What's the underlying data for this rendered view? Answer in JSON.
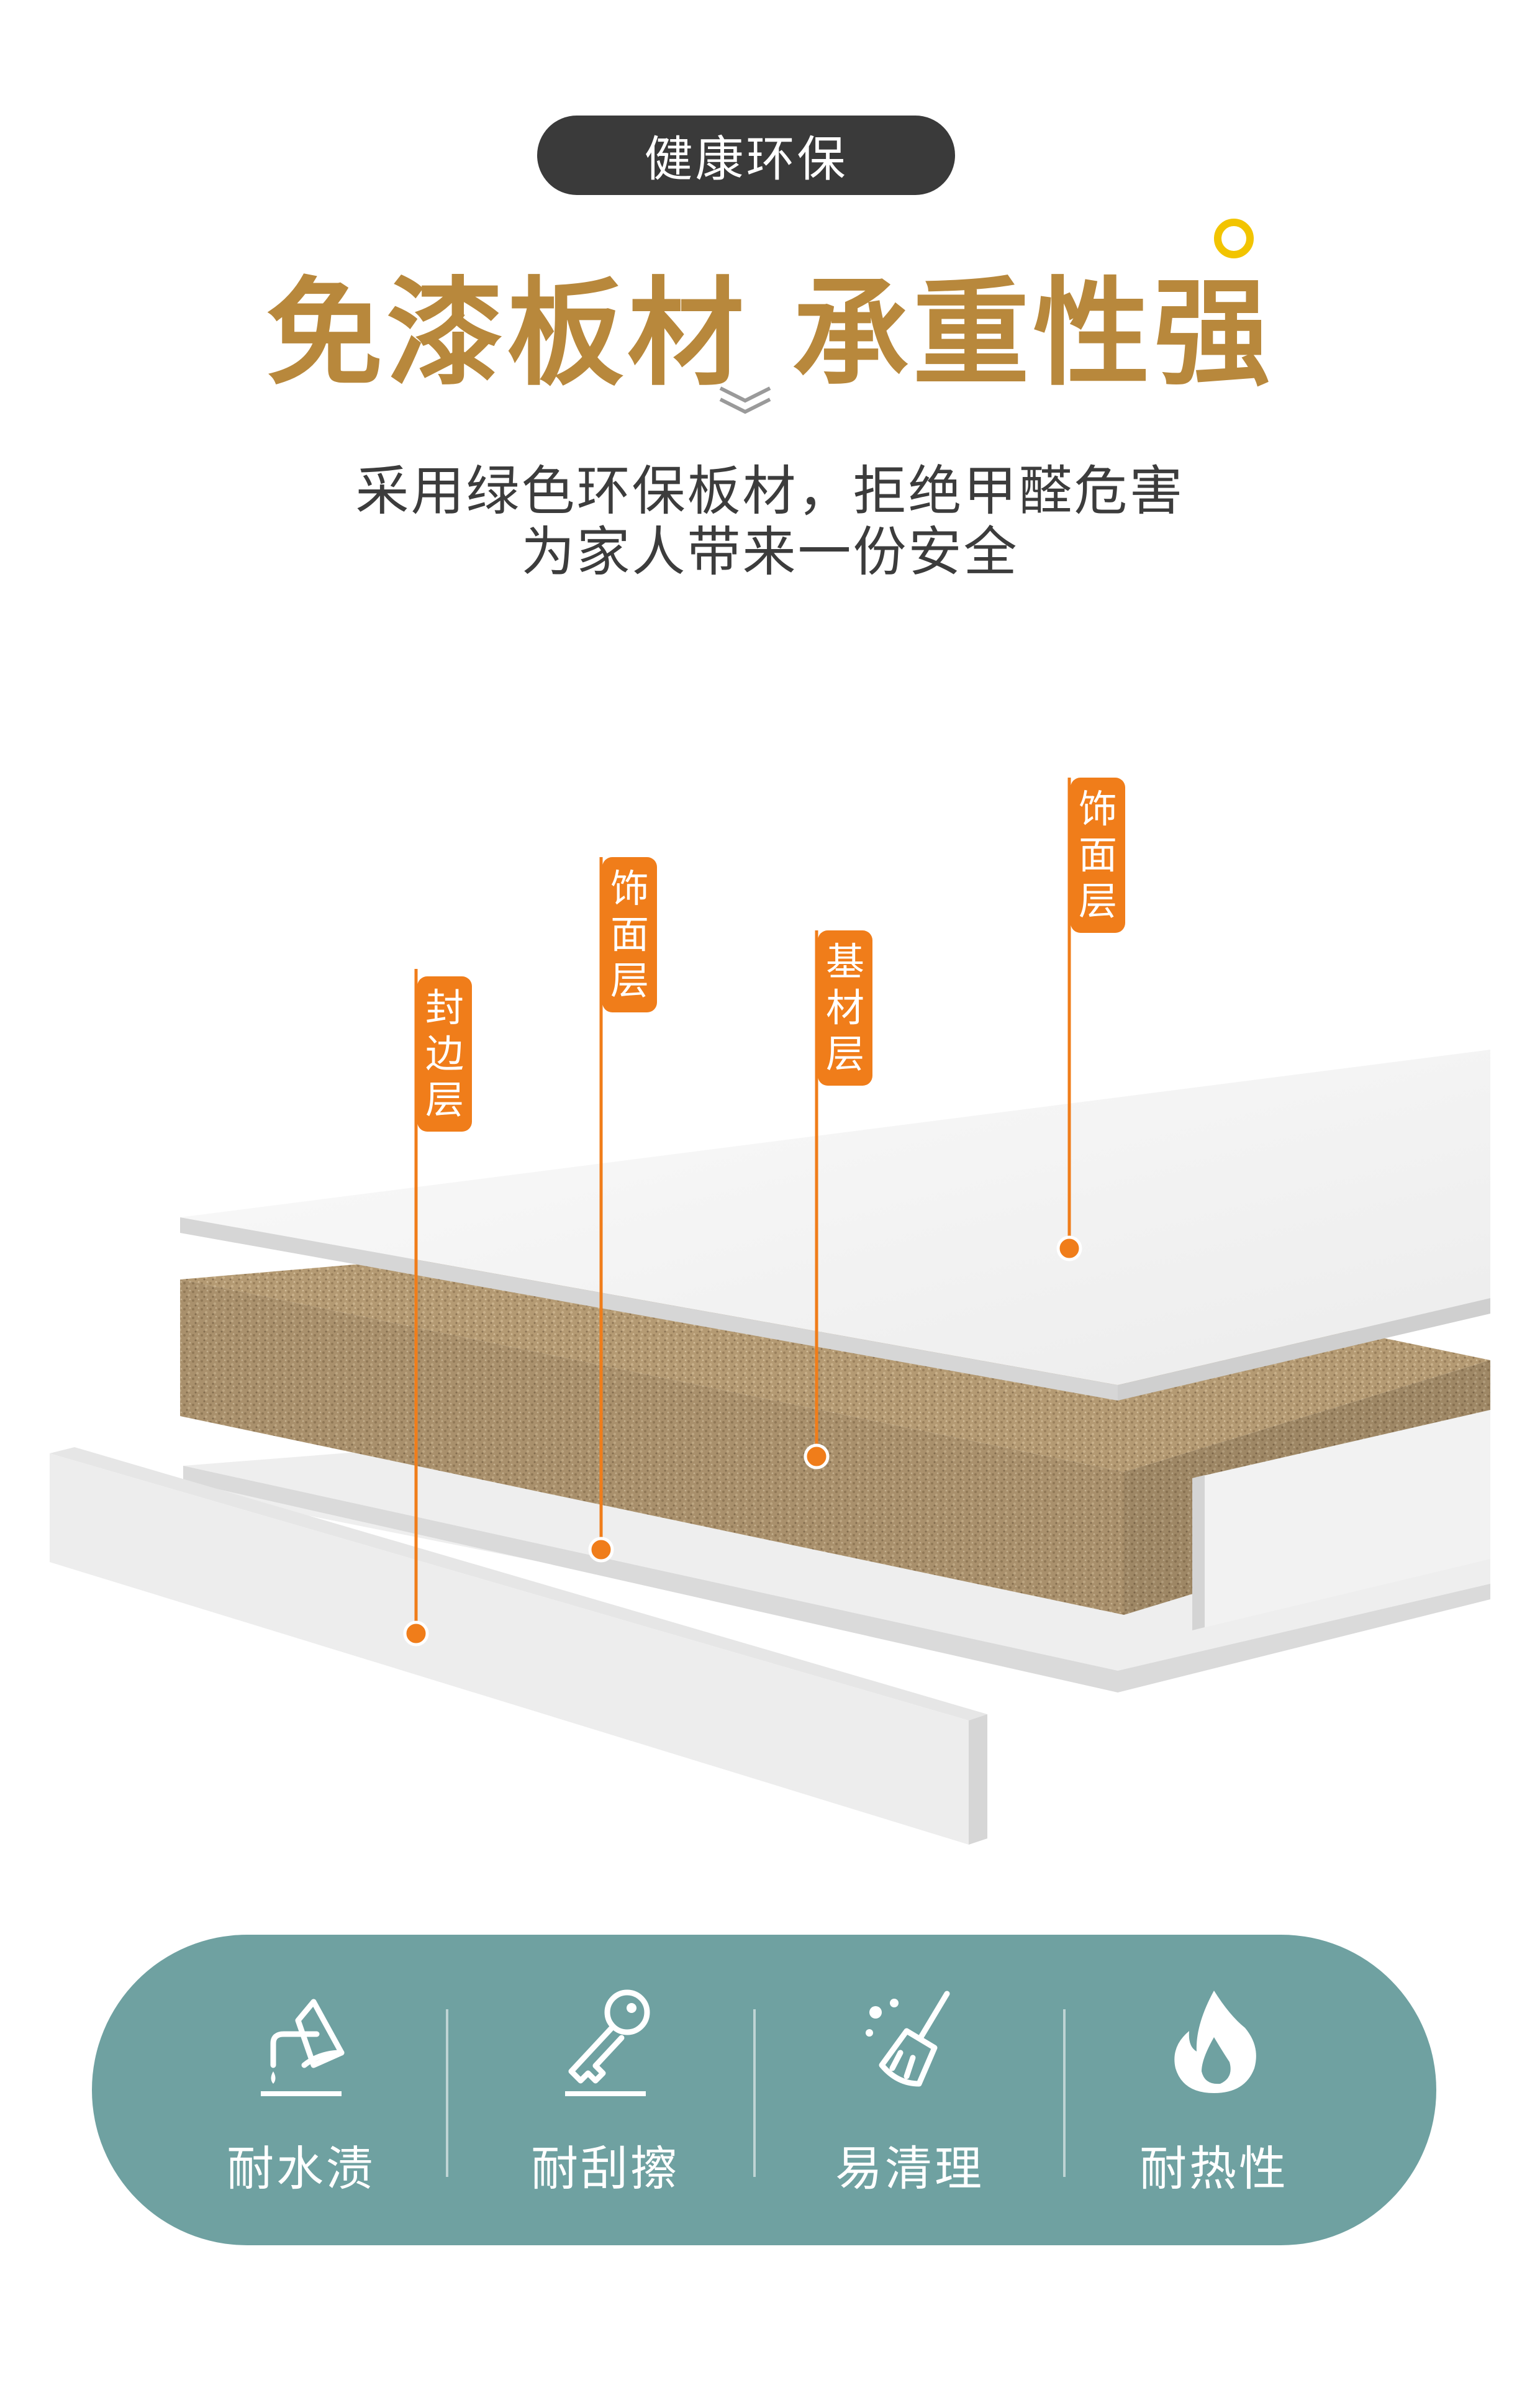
{
  "header": {
    "pill_label": "健康环保",
    "headline": "免漆板材 承重性强",
    "description_lines": [
      "采用绿色环保板材，拒绝甲醛危害",
      "为家人带来一份安全"
    ]
  },
  "diagram": {
    "tags": [
      {
        "id": "edge",
        "chars": [
          "封",
          "边",
          "层"
        ]
      },
      {
        "id": "face-lower",
        "chars": [
          "饰",
          "面",
          "层"
        ]
      },
      {
        "id": "base",
        "chars": [
          "基",
          "材",
          "层"
        ]
      },
      {
        "id": "face-upper",
        "chars": [
          "饰",
          "面",
          "层"
        ]
      }
    ]
  },
  "features": [
    {
      "label": "耐水渍",
      "icon": "water-stain-icon"
    },
    {
      "label": "耐刮擦",
      "icon": "key-scratch-icon"
    },
    {
      "label": "易清理",
      "icon": "broom-clean-icon"
    },
    {
      "label": "耐热性",
      "icon": "flame-icon"
    }
  ],
  "colors": {
    "accent_orange": "#f07d1a",
    "headline_gold": "#b8883c",
    "panel_teal": "#6fa1a1",
    "pill_dark": "#3a3a3a",
    "ring_yellow": "#f2c400"
  }
}
